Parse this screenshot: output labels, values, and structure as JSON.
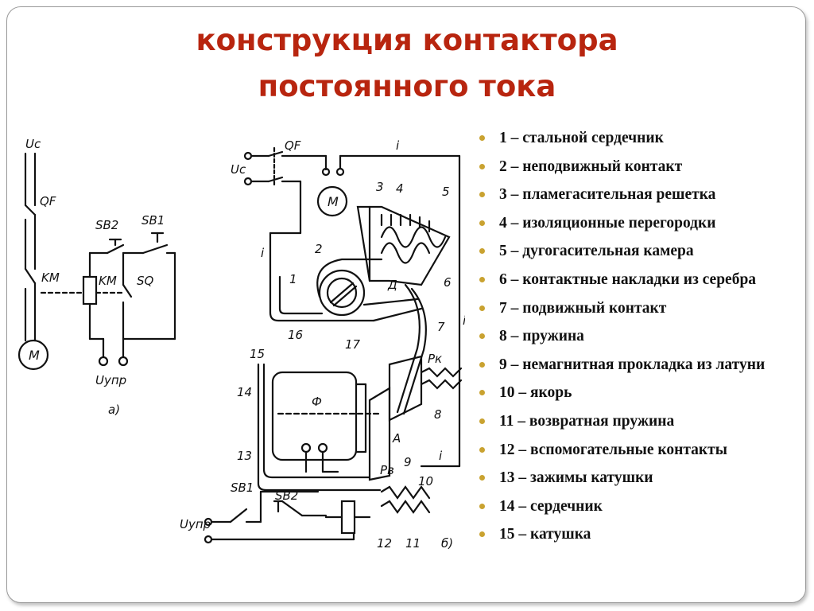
{
  "title": {
    "line1": "конструкция контактора",
    "line2": "постоянного тока"
  },
  "legend": [
    "1 – стальной сердечник",
    "2 – неподвижный контакт",
    "3 – пламегасительная решетка",
    "4 – изоляционные перегородки",
    "5 – дугогасительная камера",
    "6 – контактные накладки из серебра",
    "7 – подвижный контакт",
    "8 – пружина",
    "9 – немагнитная прокладка из латуни",
    "10 – якорь",
    "11 – возвратная пружина",
    "12 – вспомогательные контакты",
    "13 – зажимы катушки",
    "14 – сердечник",
    "15 – катушка"
  ],
  "diagram_a": {
    "uc": "Uс",
    "qf": "QF",
    "sb2": "SB2",
    "sb1": "SB1",
    "km1": "KM",
    "km2": "KM",
    "sq": "SQ",
    "motor": "M",
    "uupr": "Uупр",
    "caption": "а)"
  },
  "diagram_b": {
    "qf": "QF",
    "uc": "Uс",
    "motor": "M",
    "current1": "i",
    "current2": "i",
    "current3": "i",
    "current4": "i",
    "phi": "Ф",
    "pk": "Pк",
    "pv": "Pв",
    "point_d": "Д",
    "point_a": "А",
    "sb1": "SB1",
    "sb2": "SB2",
    "uupr": "Uупр",
    "caption": "б)",
    "n1": "1",
    "n2": "2",
    "n3": "3",
    "n4": "4",
    "n5": "5",
    "n6": "6",
    "n7": "7",
    "n8": "8",
    "n9": "9",
    "n10": "10",
    "n11": "11",
    "n12": "12",
    "n13": "13",
    "n14": "14",
    "n15": "15",
    "n16": "16",
    "n17": "17"
  }
}
